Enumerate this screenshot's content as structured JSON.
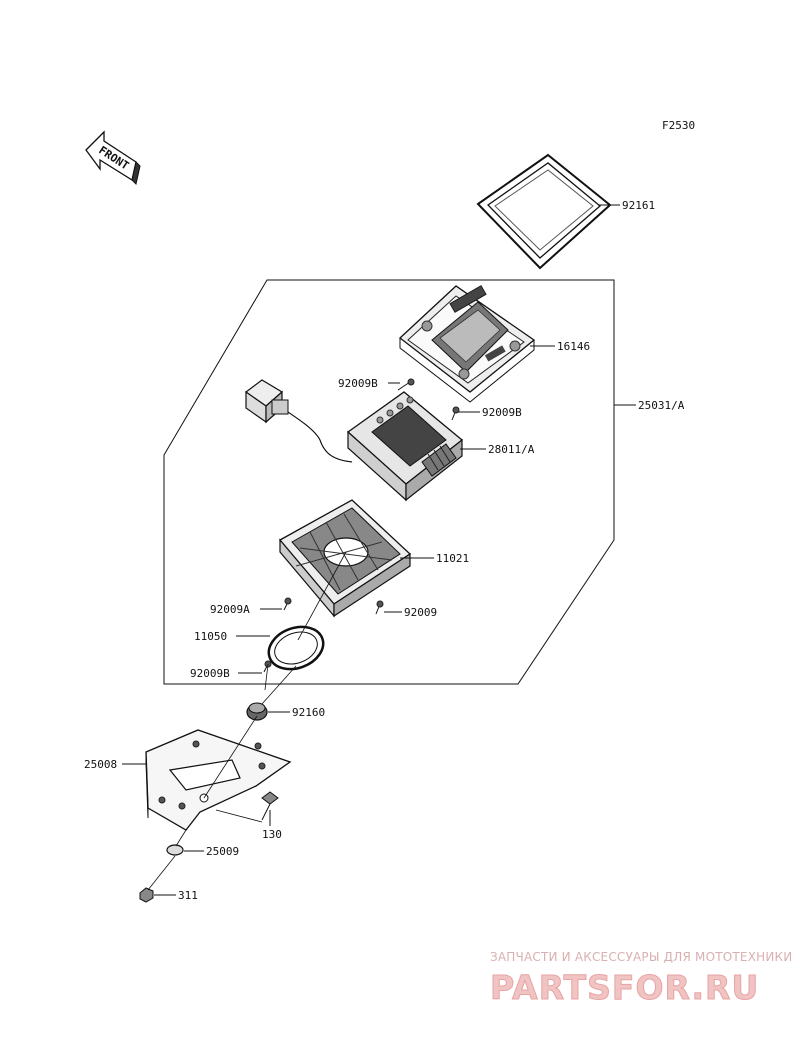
{
  "figure_code": "F2530",
  "front_marker": "FRONT",
  "parts": {
    "p92161": "92161",
    "p16146": "16146",
    "p25031A": "25031/A",
    "p92009B_left": "92009B",
    "p92009B_right": "92009B",
    "p28011A": "28011/A",
    "p11021": "11021",
    "p92009A": "92009A",
    "p92009": "92009",
    "p11050": "11050",
    "p92009B_lower": "92009B",
    "p92160": "92160",
    "p25008": "25008",
    "p130": "130",
    "p25009": "25009",
    "p311": "311"
  },
  "watermark": {
    "tagline": "ЗАПЧАСТИ И АКСЕССУАРЫ ДЛЯ МОТОТЕХНИКИ",
    "logo": "PARTSFOR.RU"
  }
}
